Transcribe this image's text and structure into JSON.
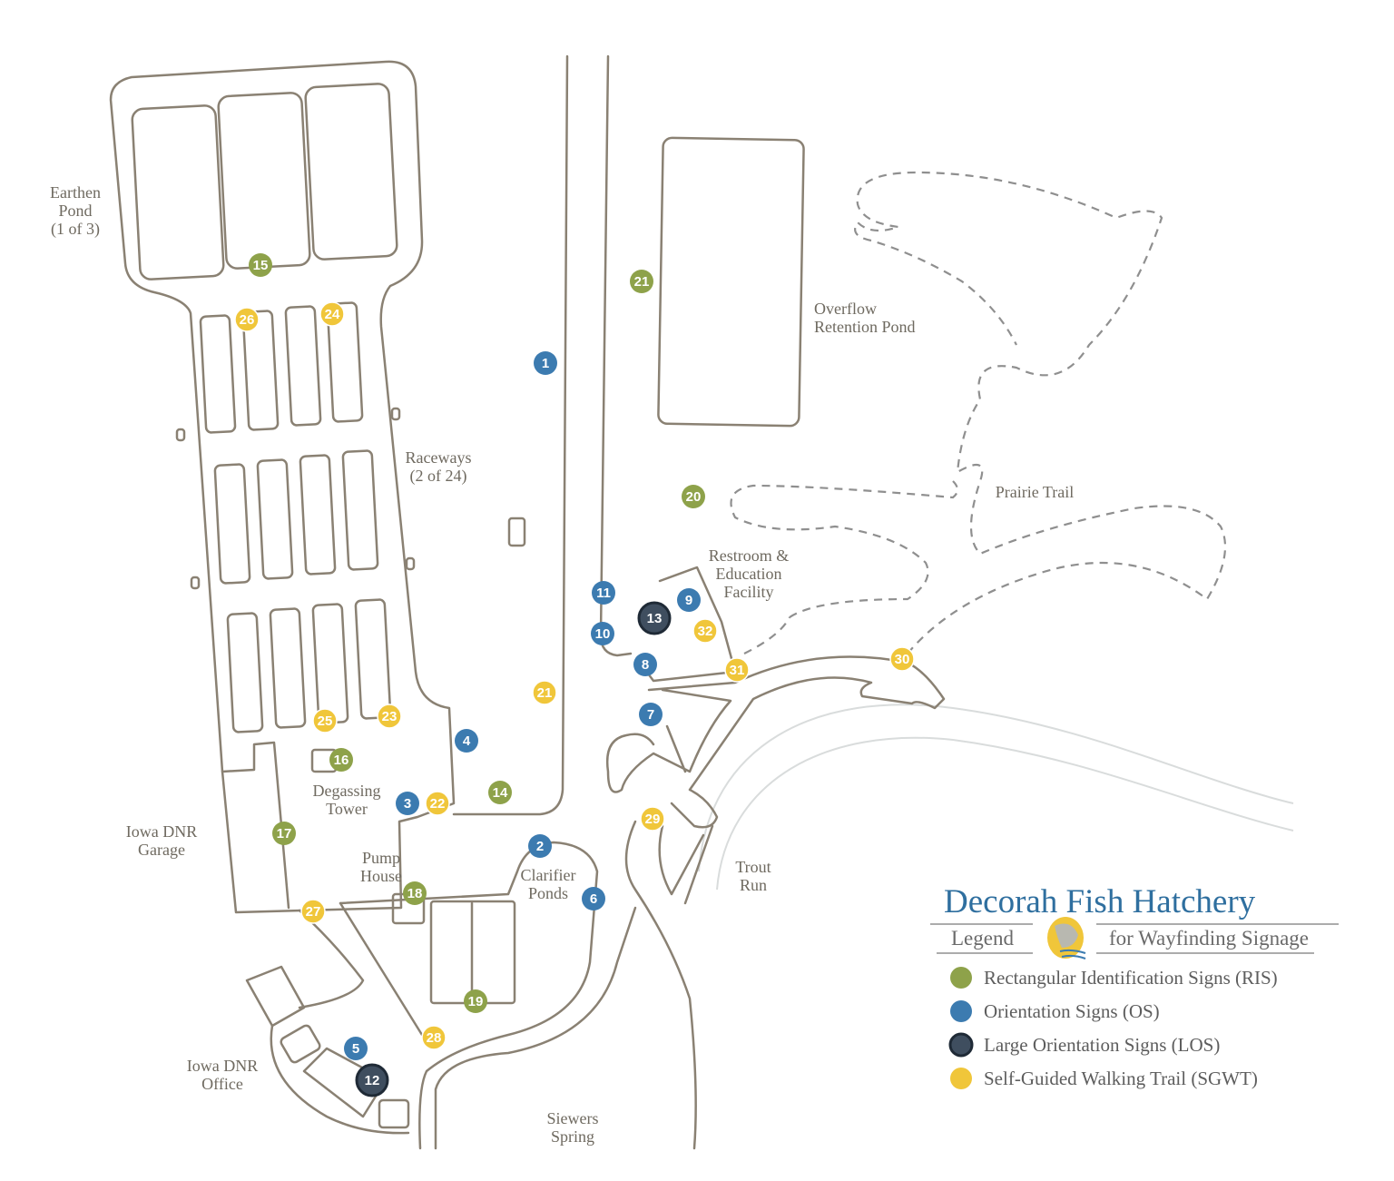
{
  "legend": {
    "title": "Decorah Fish Hatchery",
    "subtitle_left": "Legend",
    "subtitle_right": "for Wayfinding Signage",
    "items": [
      {
        "label": "Rectangular Identification Signs (RIS)",
        "color": "#8ea24a"
      },
      {
        "label": "Orientation Signs (OS)",
        "color": "#3c7bb0"
      },
      {
        "label": "Large Orientation Signs (LOS)",
        "color": "#3f4e5f"
      },
      {
        "label": "Self-Guided Walking Trail (SGWT)",
        "color": "#f0c63a"
      }
    ]
  },
  "places": {
    "earthen_pond": [
      "Earthen",
      "Pond",
      "(1 of 3)"
    ],
    "raceways": [
      "Raceways",
      "(2 of 24)"
    ],
    "overflow_pond": [
      "Overflow",
      "Retention Pond"
    ],
    "prairie_trail": [
      "Prairie Trail"
    ],
    "restroom": [
      "Restroom &",
      "Education",
      "Facility"
    ],
    "degassing_tower": [
      "Degassing",
      "Tower"
    ],
    "dnr_garage": [
      "Iowa DNR",
      "Garage"
    ],
    "pump_house": [
      "Pump",
      "House"
    ],
    "clarifier_ponds": [
      "Clarifier",
      "Ponds"
    ],
    "trout_run": [
      "Trout",
      "Run"
    ],
    "dnr_office": [
      "Iowa DNR",
      "Office"
    ],
    "siewers_spring": [
      "Siewers",
      "Spring"
    ]
  },
  "signs": [
    {
      "num": "1",
      "type": "OS"
    },
    {
      "num": "2",
      "type": "OS"
    },
    {
      "num": "3",
      "type": "OS"
    },
    {
      "num": "4",
      "type": "OS"
    },
    {
      "num": "5",
      "type": "OS"
    },
    {
      "num": "6",
      "type": "OS"
    },
    {
      "num": "7",
      "type": "OS"
    },
    {
      "num": "8",
      "type": "OS"
    },
    {
      "num": "9",
      "type": "OS"
    },
    {
      "num": "10",
      "type": "OS"
    },
    {
      "num": "11",
      "type": "OS"
    },
    {
      "num": "12",
      "type": "LOS"
    },
    {
      "num": "13",
      "type": "LOS"
    },
    {
      "num": "14",
      "type": "RIS"
    },
    {
      "num": "15",
      "type": "RIS"
    },
    {
      "num": "16",
      "type": "RIS"
    },
    {
      "num": "17",
      "type": "RIS"
    },
    {
      "num": "18",
      "type": "RIS"
    },
    {
      "num": "19",
      "type": "RIS"
    },
    {
      "num": "20",
      "type": "RIS"
    },
    {
      "num": "21",
      "type": "RIS"
    },
    {
      "num": "21",
      "type": "SGWT"
    },
    {
      "num": "22",
      "type": "SGWT"
    },
    {
      "num": "23",
      "type": "SGWT"
    },
    {
      "num": "24",
      "type": "SGWT"
    },
    {
      "num": "25",
      "type": "SGWT"
    },
    {
      "num": "26",
      "type": "SGWT"
    },
    {
      "num": "27",
      "type": "SGWT"
    },
    {
      "num": "28",
      "type": "SGWT"
    },
    {
      "num": "29",
      "type": "SGWT"
    },
    {
      "num": "30",
      "type": "SGWT"
    },
    {
      "num": "31",
      "type": "SGWT"
    },
    {
      "num": "32",
      "type": "SGWT"
    }
  ]
}
